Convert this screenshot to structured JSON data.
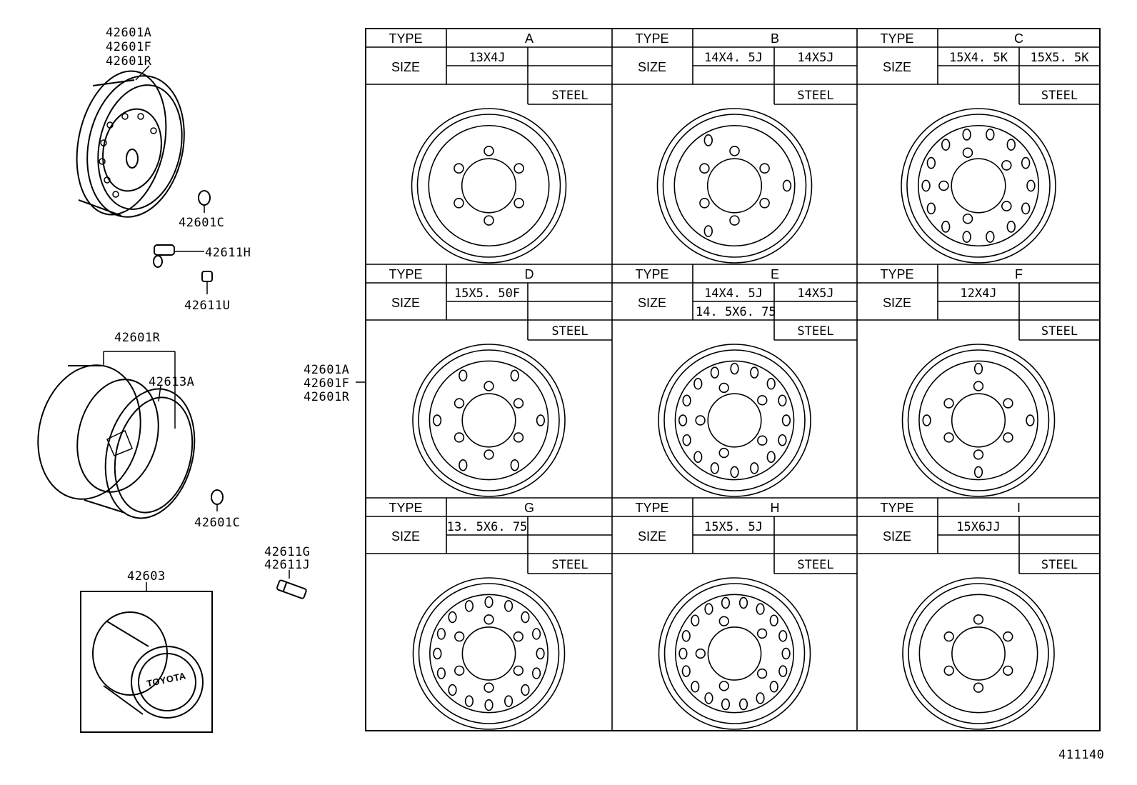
{
  "left_callouts": {
    "wheel_top": [
      "42601A",
      "42601F",
      "42601R"
    ],
    "nut_top": "42601C",
    "valve": "42611H",
    "valve_cap": "42611U",
    "wheel_split": "42601R",
    "flange_ring": "42613A",
    "nut_bottom": "42601C",
    "stud": [
      "42611G",
      "42611J"
    ],
    "hub_cap_part": "42603",
    "hub_cap_text": "TOYOTA"
  },
  "grid_callout": [
    "42601A",
    "42601F",
    "42601R"
  ],
  "table": {
    "type_header": "TYPE",
    "size_header": "SIZE",
    "cells": [
      {
        "type": "A",
        "sizes": [
          "13X4J"
        ],
        "material": "STEEL"
      },
      {
        "type": "B",
        "sizes": [
          "14X4. 5J",
          "14X5J"
        ],
        "material": "STEEL"
      },
      {
        "type": "C",
        "sizes": [
          "15X4. 5K",
          "15X5. 5K"
        ],
        "material": "STEEL"
      },
      {
        "type": "D",
        "sizes": [
          "15X5. 50F"
        ],
        "material": "STEEL"
      },
      {
        "type": "E",
        "sizes": [
          "14X4. 5J",
          "14X5J",
          "14. 5X6. 75"
        ],
        "material": "STEEL"
      },
      {
        "type": "F",
        "sizes": [
          "12X4J"
        ],
        "material": "STEEL"
      },
      {
        "type": "G",
        "sizes": [
          "13. 5X6. 75"
        ],
        "material": "STEEL"
      },
      {
        "type": "H",
        "sizes": [
          "15X5. 5J"
        ],
        "material": "STEEL"
      },
      {
        "type": "I",
        "sizes": [
          "15X6JJ"
        ],
        "material": "STEEL"
      }
    ]
  },
  "diagram_id": "411140"
}
